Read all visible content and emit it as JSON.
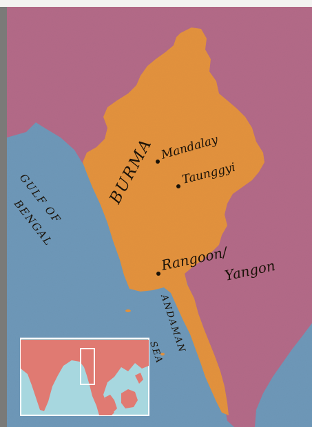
{
  "map": {
    "country_label": "BURMA",
    "gulf_label_line1": "GULF OF",
    "gulf_label_line2": "BENGAL",
    "sea_label_line1": "ANDAMAN",
    "sea_label_line2": "SEA",
    "cities": [
      {
        "name": "Mandalay"
      },
      {
        "name": "Taunggyi"
      },
      {
        "name": "Rangoon/",
        "name_line2": "Yangon"
      }
    ],
    "colors": {
      "land_neighbors": "#b36a88",
      "country": "#e3923e",
      "water": "#6e98b8",
      "inset_land": "#e07a72",
      "inset_water": "#a7d7df",
      "border_strip_left": "#7a7a78",
      "border_strip_top": "#f3f3f1"
    },
    "inset": {
      "label": "inset-locator-map"
    }
  }
}
